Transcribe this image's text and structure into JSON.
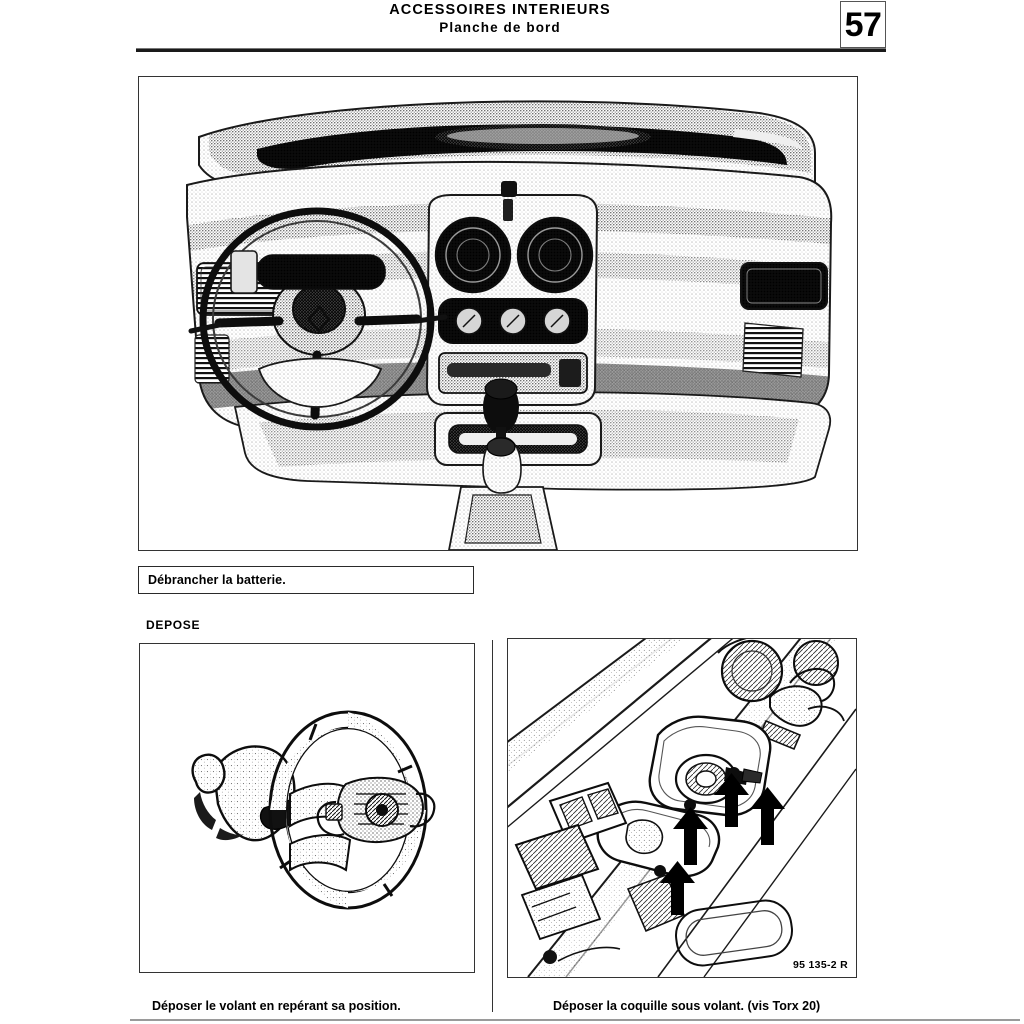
{
  "header": {
    "title_main": "ACCESSOIRES  INTERIEURS",
    "title_sub": "Planche  de  bord",
    "page_number": "57"
  },
  "note": {
    "text": "Débrancher la batterie."
  },
  "section": {
    "heading": "DEPOSE"
  },
  "panels": {
    "main_figure": {
      "name": "dashboard-overview-illustration",
      "description": "Vue d'ensemble de la planche de bord"
    },
    "left_figure": {
      "name": "steering-wheel-illustration",
      "caption": "Déposer le volant en repérant sa position."
    },
    "right_figure": {
      "name": "steering-column-shroud-illustration",
      "caption": "Déposer la coquille sous volant. (vis Torx 20)",
      "reference_code": "95 135-2 R"
    }
  },
  "colors": {
    "ink": "#000000",
    "frame": "#333333",
    "paper": "#ffffff",
    "rule": "#1a1a1a"
  }
}
